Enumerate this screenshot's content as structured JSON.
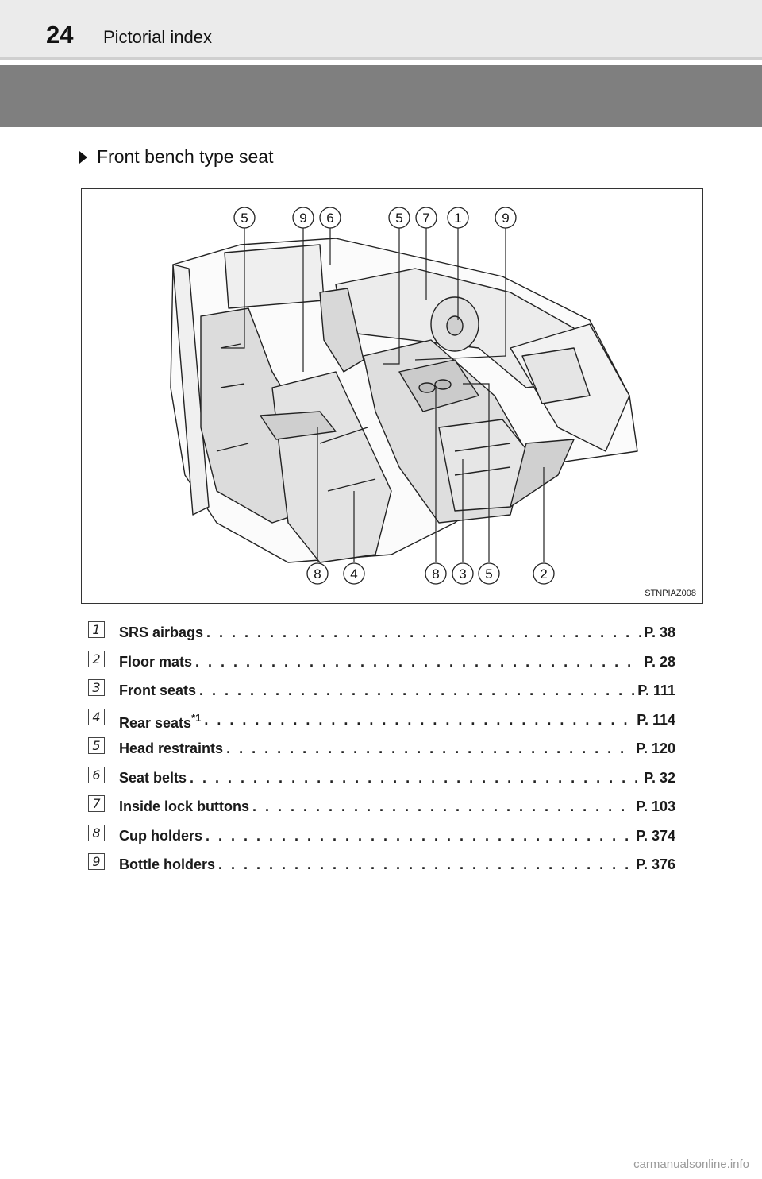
{
  "header": {
    "page_number": "24",
    "section": "Pictorial index"
  },
  "subheading": "Front bench type seat",
  "figure": {
    "code": "STNPIAZ008",
    "callouts_top": [
      "5",
      "9",
      "6",
      "5",
      "7",
      "1",
      "9"
    ],
    "callouts_bottom": [
      "8",
      "4",
      "8",
      "3",
      "5",
      "2"
    ]
  },
  "index": [
    {
      "num": "1",
      "label": "SRS airbags",
      "sup": "",
      "page": "P. 38"
    },
    {
      "num": "2",
      "label": "Floor mats",
      "sup": "",
      "page": "P. 28"
    },
    {
      "num": "3",
      "label": "Front seats",
      "sup": "",
      "page": "P. 111"
    },
    {
      "num": "4",
      "label": "Rear seats",
      "sup": "*1",
      "page": "P. 114"
    },
    {
      "num": "5",
      "label": "Head restraints",
      "sup": "",
      "page": "P. 120"
    },
    {
      "num": "6",
      "label": "Seat belts",
      "sup": "",
      "page": "P. 32"
    },
    {
      "num": "7",
      "label": "Inside lock buttons",
      "sup": "",
      "page": "P. 103"
    },
    {
      "num": "8",
      "label": "Cup holders",
      "sup": "",
      "page": "P. 374"
    },
    {
      "num": "9",
      "label": "Bottle holders",
      "sup": "",
      "page": "P. 376"
    }
  ],
  "watermark": "carmanualsonline.info"
}
